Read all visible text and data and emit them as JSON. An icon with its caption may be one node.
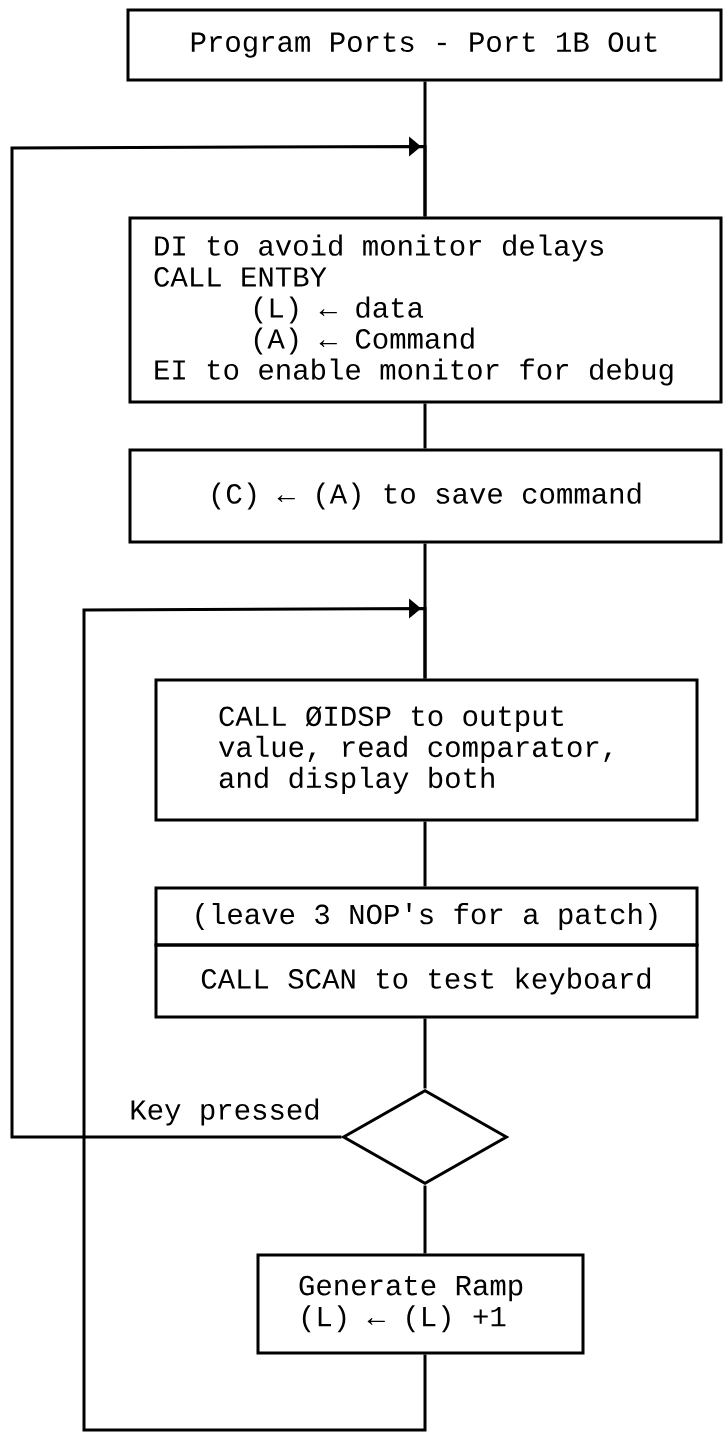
{
  "diagram": {
    "nodes": [
      {
        "text": [
          "Program Ports - Port 1B Out"
        ]
      },
      {
        "text": [
          "DI to avoid monitor delays",
          "CALL ENTBY",
          "(L) ← data",
          "(A) ← Command",
          "EI to enable monitor for debug"
        ]
      },
      {
        "text": [
          "(C) ← (A) to save command"
        ]
      },
      {
        "text": [
          "CALL ØIDSP to output value, read comparator, and display both"
        ]
      },
      {
        "text": [
          "(leave 3 NOP's for a patch)"
        ]
      },
      {
        "text": [
          "CALL SCAN to test keyboard"
        ]
      },
      {
        "text": [],
        "shape": "diamond"
      },
      {
        "text": [
          "Generate Ramp",
          "(L) ← (L) +1"
        ]
      }
    ],
    "edges": [
      {
        "from": 0,
        "to": 1,
        "arrow": "none"
      },
      {
        "from": 1,
        "to": 2,
        "arrow": "none"
      },
      {
        "from": 2,
        "to": 3,
        "arrow": "none"
      },
      {
        "from": 3,
        "to": 4,
        "arrow": "none"
      },
      {
        "from": 5,
        "to": 6,
        "arrow": "none"
      },
      {
        "from": 6,
        "to": 7,
        "arrow": "none"
      },
      {
        "from": 6,
        "to": 1,
        "arrow": "to",
        "label": "Key pressed"
      },
      {
        "from": 7,
        "to": 3,
        "arrow": "to"
      }
    ]
  }
}
